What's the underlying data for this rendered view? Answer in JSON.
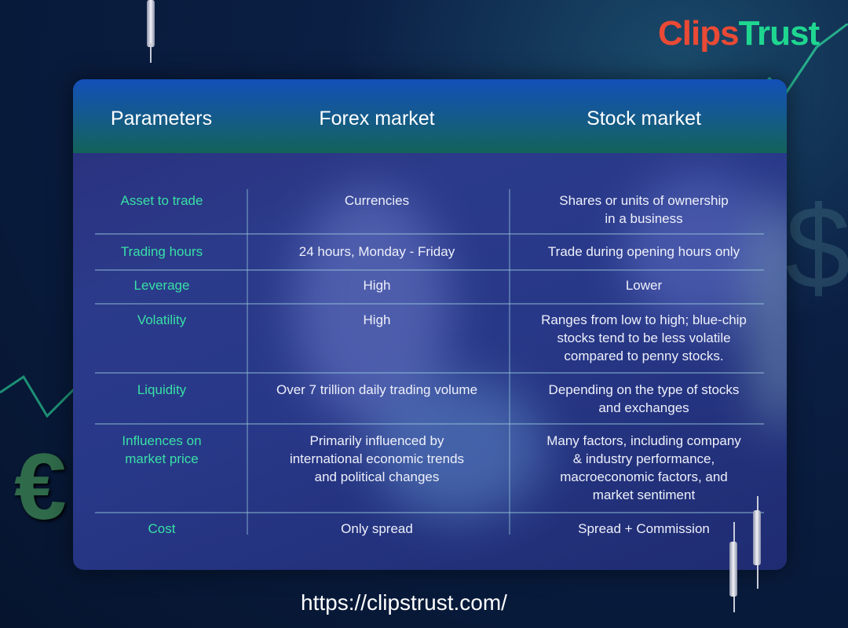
{
  "logo": {
    "part1": "Clips",
    "part2": "Trust"
  },
  "table": {
    "headers": [
      "Parameters",
      "Forex market",
      "Stock market"
    ],
    "rows": [
      {
        "param": "Asset to trade",
        "forex": "Currencies",
        "stock": "Shares or units of ownership\nin a business"
      },
      {
        "param": "Trading hours",
        "forex": "24 hours, Monday - Friday",
        "stock": "Trade during opening hours only"
      },
      {
        "param": "Leverage",
        "forex": "High",
        "stock": "Lower"
      },
      {
        "param": "Volatility",
        "forex": "High",
        "stock": "Ranges from low to high; blue-chip\nstocks tend to be less volatile\ncompared to penny stocks."
      },
      {
        "param": "Liquidity",
        "forex": "Over 7 trillion daily trading volume",
        "stock": "Depending on the type of stocks\nand exchanges"
      },
      {
        "param": "Influences on\nmarket price",
        "forex": "Primarily influenced by\ninternational economic trends\nand political changes",
        "stock": "Many factors, including company\n& industry performance,\nmacroeconomic factors, and\nmarket sentiment"
      },
      {
        "param": "Cost",
        "forex": "Only spread",
        "stock": "Spread + Commission"
      }
    ]
  },
  "footer": {
    "url": "https://clipstrust.com/"
  },
  "colors": {
    "param_text": "#38e0a6",
    "logo_red": "#ea4a35",
    "logo_green": "#1fd690"
  }
}
